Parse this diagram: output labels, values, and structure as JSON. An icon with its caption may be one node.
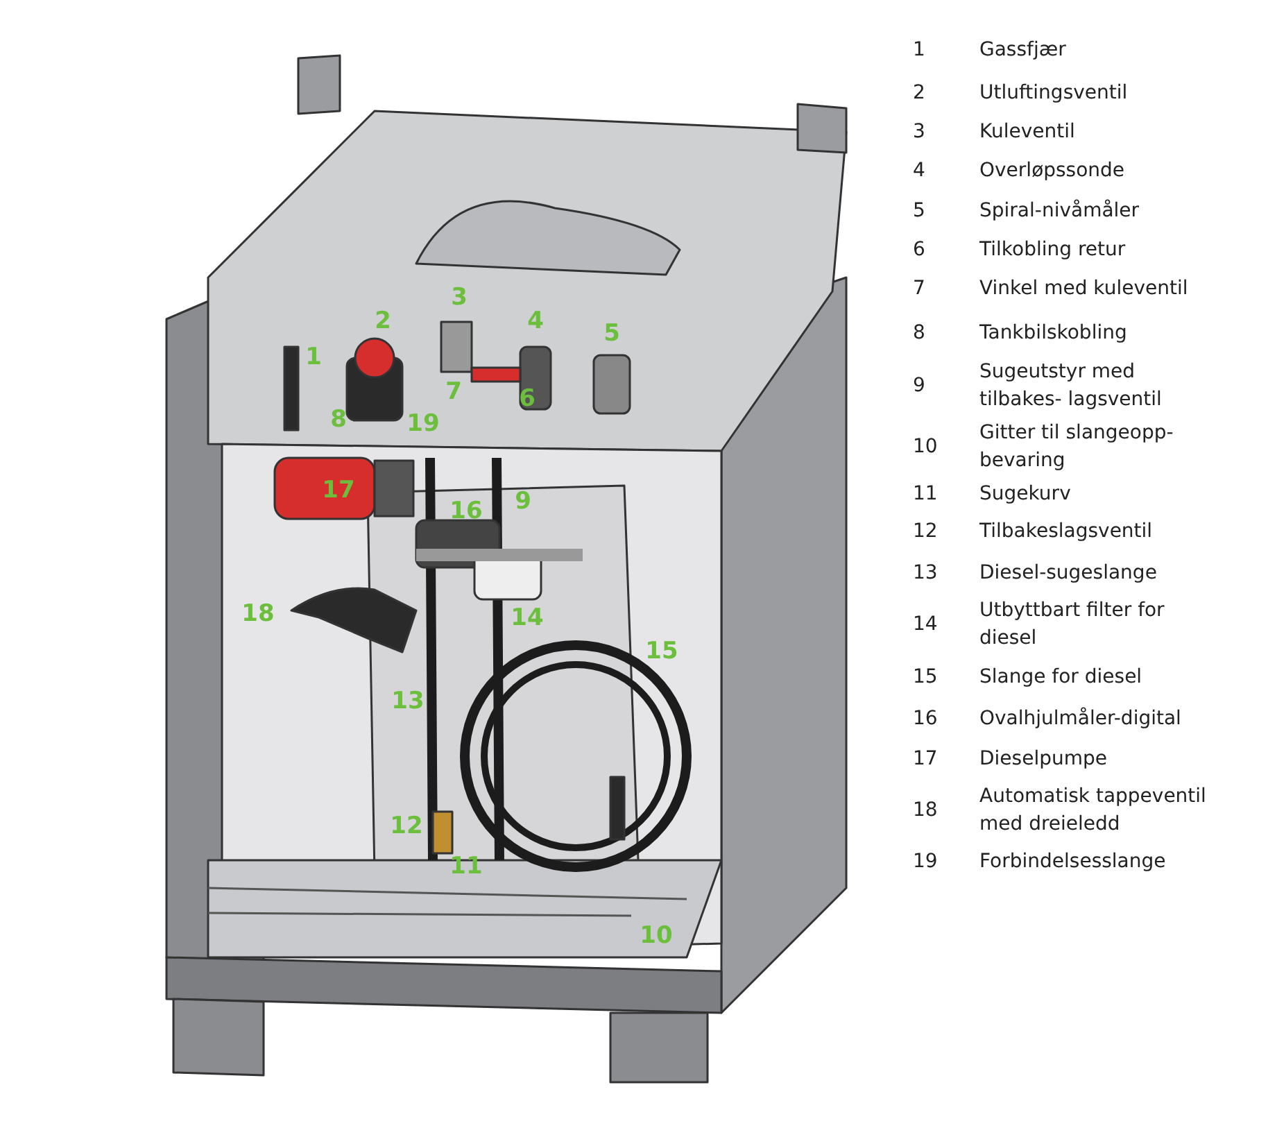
{
  "diagram": {
    "labels": [
      "3",
      "2",
      "4",
      "5",
      "1",
      "7",
      "6",
      "8",
      "19",
      "17",
      "9",
      "16",
      "18",
      "14",
      "15",
      "13",
      "12",
      "11",
      "10",
      "1",
      "Gassfjær",
      "2",
      "Utluftingsventil",
      "3",
      "Kuleventil",
      "4",
      "Overløpssonde",
      "5",
      "Spiral-nivåmåler",
      "6",
      "Tilkobling retur",
      "7",
      "Vinkel med kuleventil",
      "8",
      "Tankbilskobling",
      "9",
      "Sugeutstyr med tilbakes- lagsventil",
      "10",
      "Gitter til slangeopp- bevaring",
      "11",
      "Sugekurv",
      "12",
      "Tilbakeslagsventil",
      "13",
      "Diesel-sugeslange",
      "14",
      "Utbyttbart filter for diesel",
      "15",
      "Slange for diesel",
      "16",
      "Ovalhjulmåler-digital",
      "17",
      "Dieselpumpe",
      "18",
      "Automatisk tappeventil med dreieledd",
      "19",
      "Forbindelsesslange"
    ]
  }
}
